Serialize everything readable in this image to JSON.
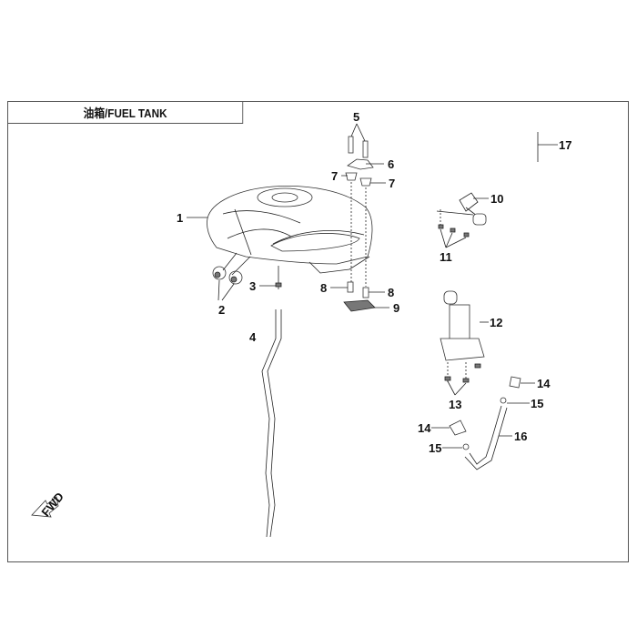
{
  "title": "油箱/FUEL TANK",
  "fwd_label": "FWD",
  "callouts": {
    "c1": "1",
    "c2": "2",
    "c3": "3",
    "c4": "4",
    "c5": "5",
    "c6": "6",
    "c7a": "7",
    "c7b": "7",
    "c8a": "8",
    "c8b": "8",
    "c9": "9",
    "c10": "10",
    "c11": "11",
    "c12": "12",
    "c13": "13",
    "c14a": "14",
    "c14b": "14",
    "c15a": "15",
    "c15b": "15",
    "c16": "16",
    "c17": "17"
  }
}
